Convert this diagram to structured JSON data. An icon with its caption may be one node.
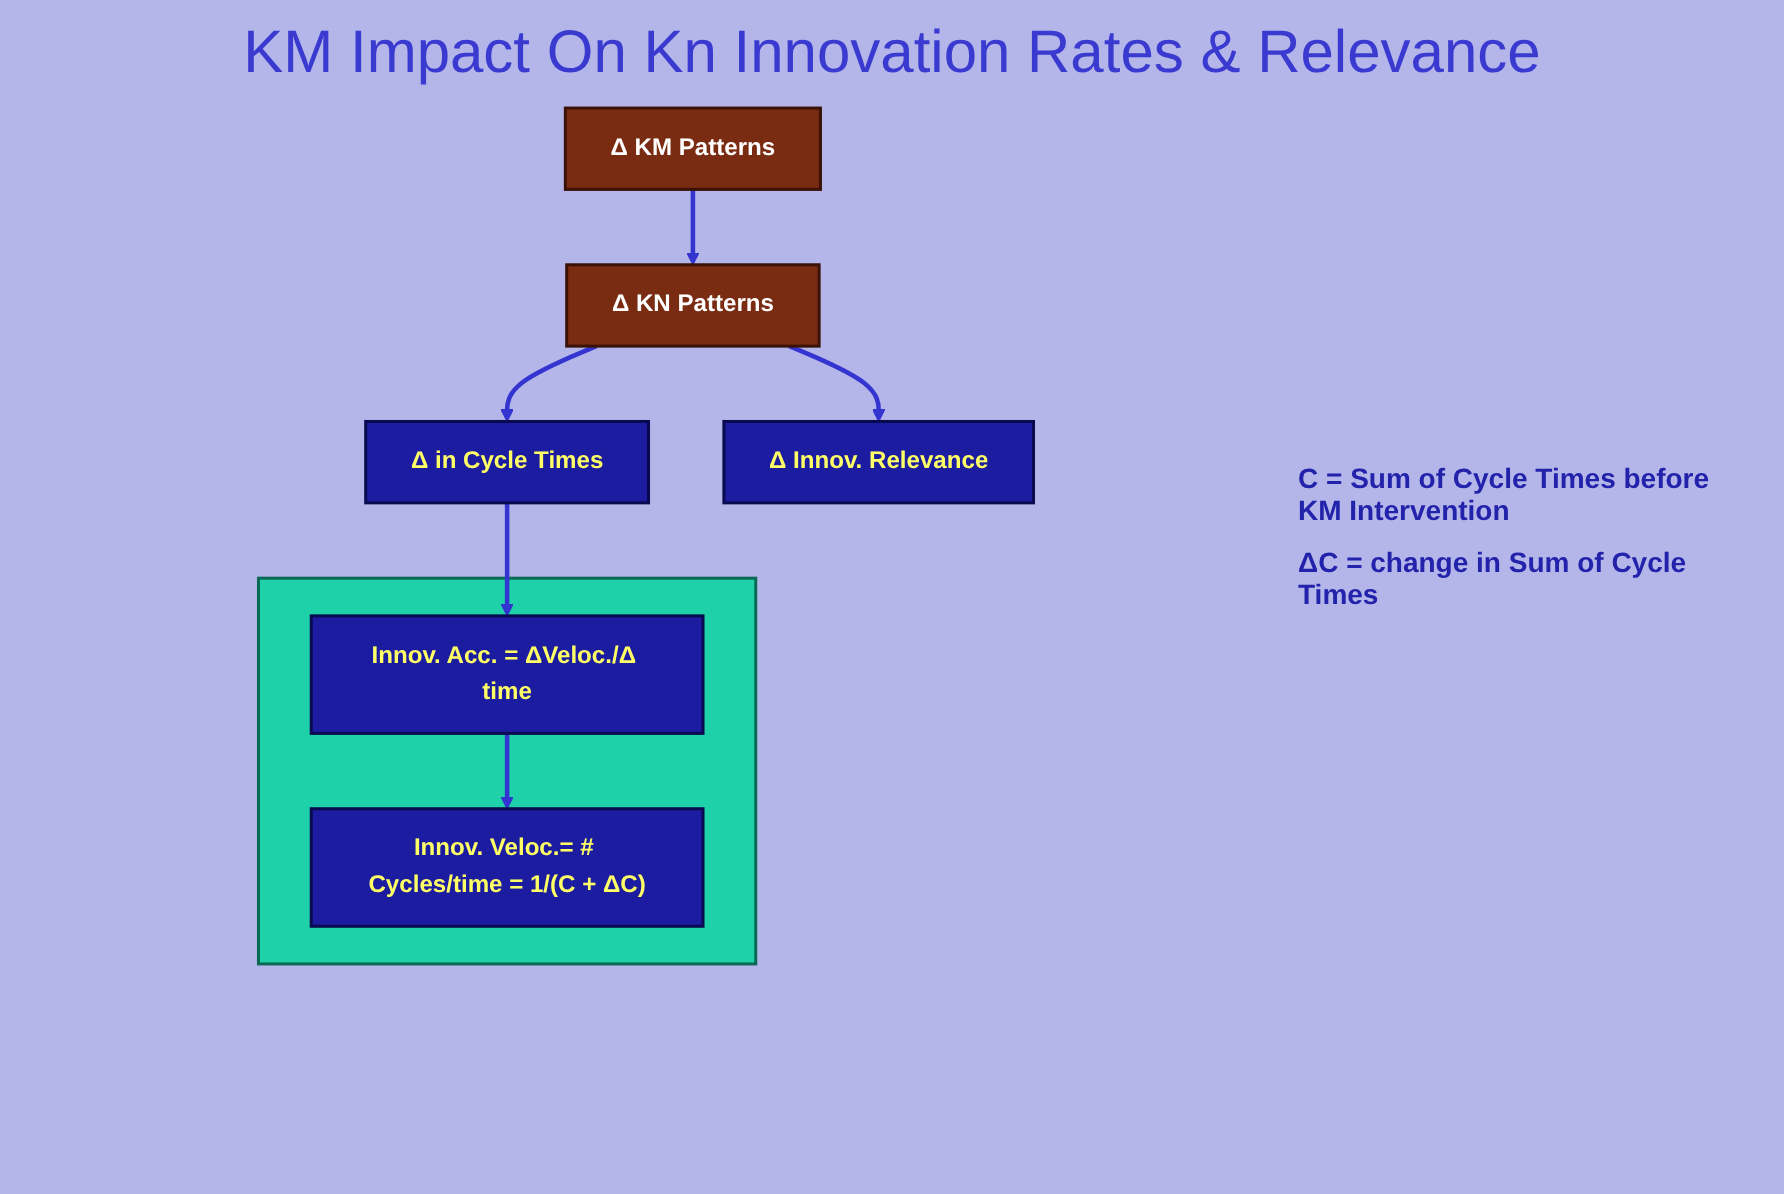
{
  "diagram": {
    "title": "KM Impact On Kn Innovation Rates & Relevance",
    "nodes": [
      {
        "text": [
          "Δ KM Patterns"
        ]
      },
      {
        "text": [
          "Δ KN Patterns"
        ]
      },
      {
        "text": [],
        "shape": "box"
      },
      {
        "text": [
          "Innov. Veloc.= # Cycles/time = 1/(C + ΔC)"
        ],
        "in": 2
      },
      {
        "text": [
          "Innov. Acc. = ΔVeloc./Δ time"
        ],
        "in": 2
      },
      {
        "text": [
          "Δ in Cycle Times"
        ]
      },
      {
        "text": [
          "Δ Innov. Relevance"
        ]
      }
    ],
    "edges": [
      {
        "from": 0,
        "to": 1,
        "arrow": "to"
      },
      {
        "from": 1,
        "to": 5,
        "arrow": "to"
      },
      {
        "from": 1,
        "to": 6,
        "arrow": "to"
      },
      {
        "from": 4,
        "to": 3,
        "arrow": "to"
      },
      {
        "from": 5,
        "to": 4,
        "arrow": "to"
      }
    ],
    "labels": [
      "C = Sum of Cycle Times before KM Intervention",
      "ΔC = change in Sum of Cycle Times"
    ]
  }
}
